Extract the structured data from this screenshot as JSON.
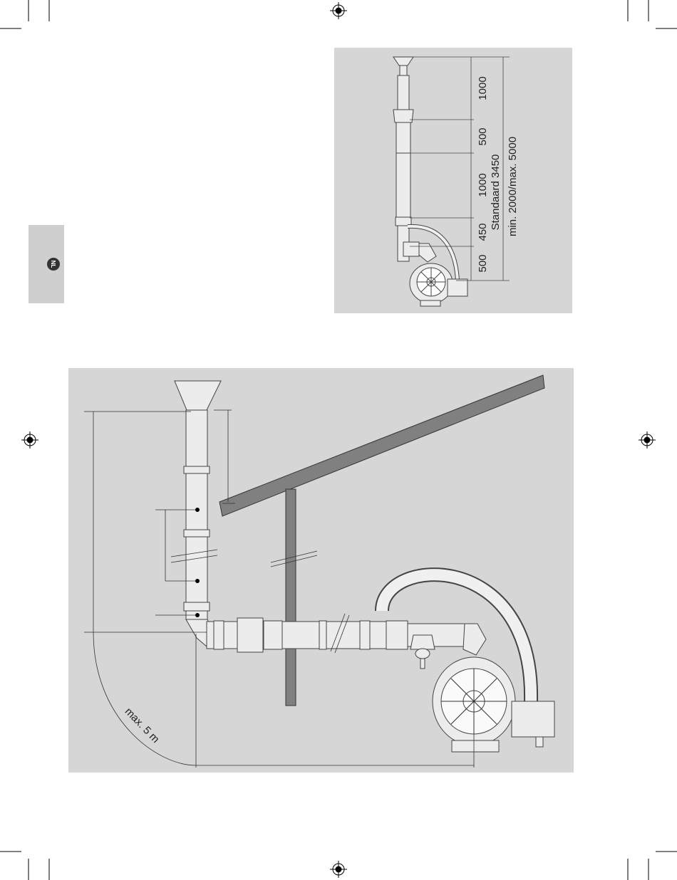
{
  "language_tab": {
    "code": "NL"
  },
  "colors": {
    "panel": "#d6d6d6",
    "tab": "#cfcfcf",
    "roof": "#808080",
    "ink": "#222222",
    "pipe": "#e8e8e8"
  },
  "top_diagram": {
    "segments": [
      "1000",
      "500",
      "1000",
      "450",
      "500"
    ],
    "total_label": "Standaard 3450",
    "range_label": "min. 2000/max. 5000"
  },
  "bottom_diagram": {
    "distance_label": "max. 5 m"
  }
}
